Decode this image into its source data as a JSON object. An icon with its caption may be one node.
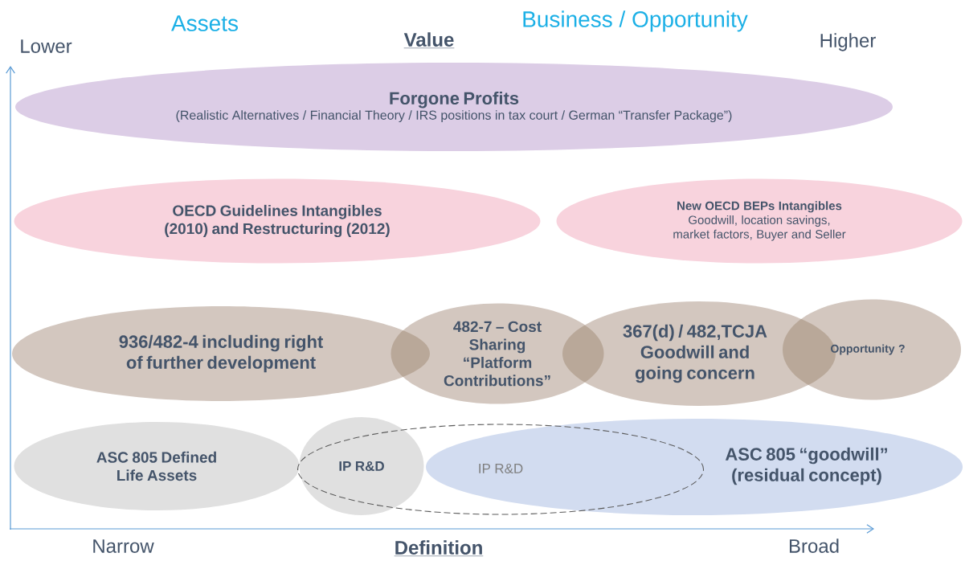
{
  "diagram": {
    "nodes": [
      {
        "text": [
          "Forgone Profits",
          "(Realistic Alternatives / Financial Theory / IRS positions in tax court / German “Transfer Package”)"
        ]
      },
      {
        "text": [
          "OECD Guidelines Intangibles (2010) and Restructuring (2012)"
        ]
      },
      {
        "text": [
          "New OECD BEPs Intangibles",
          "Goodwill, location savings, market factors, Buyer and Seller"
        ]
      },
      {
        "text": [
          "936/482-4 including right of further development"
        ]
      },
      {
        "text": [
          "482-7 – Cost Sharing “Platform Contributions”"
        ]
      },
      {
        "text": [
          "367(d) / 482,TCJA Goodwill and going concern"
        ]
      },
      {
        "text": [
          "Opportunity ?"
        ]
      },
      {
        "text": [
          "ASC 805 Defined Life  Assets"
        ]
      },
      {
        "text": [
          "IP R&D"
        ]
      },
      {
        "text": [
          "ASC 805 “goodwill” (residual concept)"
        ]
      },
      {
        "text": [
          "IP R&D"
        ]
      }
    ],
    "labels": [
      "Assets",
      "Business / Opportunity",
      "Lower",
      "Value",
      "Higher",
      "Narrow",
      "Definition",
      "Broad"
    ]
  }
}
